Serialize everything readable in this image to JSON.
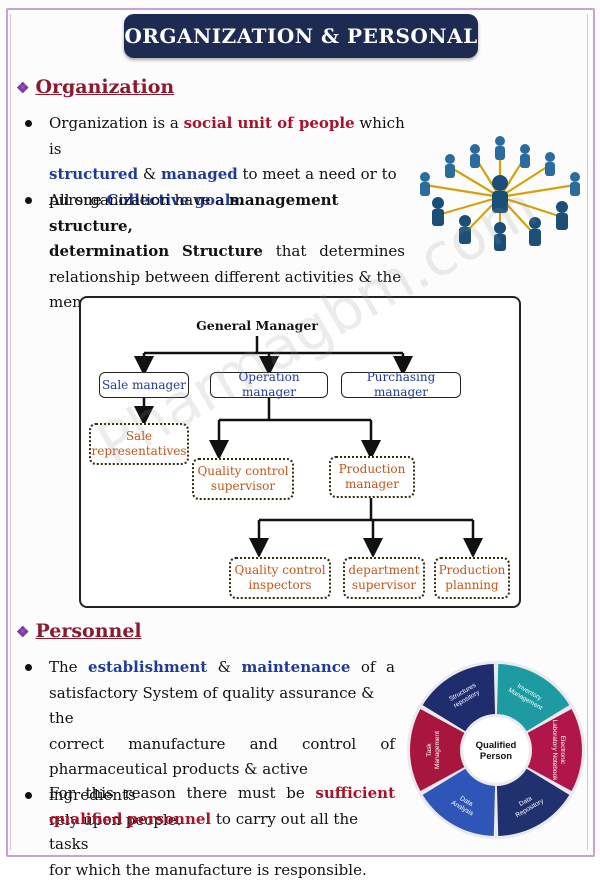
{
  "header": {
    "title": "ORGANIZATION & PERSONAL"
  },
  "organization": {
    "heading": "Organization",
    "bullet1": {
      "l1a": "Organization is a ",
      "l1b": "social unit of people",
      "l1c": " which is",
      "l2a": "structured",
      "l2b": " & ",
      "l2c": "managed",
      "l2d": " to meet a need or to",
      "l3a": "pursue ",
      "l3b": "Collective goals."
    },
    "bullet2": {
      "l1a": "All organization have a ",
      "l1b": "management structure,",
      "l2a": "determination",
      "l2b": "Structure",
      "l2c": "that",
      "l2d": "determines",
      "l3": "relationship between different activities & the",
      "l4": "members."
    }
  },
  "org_chart": {
    "general_manager": "General Manager",
    "sale_manager": "Sale manager",
    "operation_manager": "Operation manager",
    "purchasing_manager": "Purchasing manager",
    "sale_rep_l1": "Sale",
    "sale_rep_l2": "representatives",
    "qc_sup_l1": "Quality control",
    "qc_sup_l2": "supervisor",
    "prod_mgr_l1": "Production",
    "prod_mgr_l2": "manager",
    "qc_insp_l1": "Quality control",
    "qc_insp_l2": "inspectors",
    "dept_sup_l1": "department",
    "dept_sup_l2": "supervisor",
    "prod_plan_l1": "Production",
    "prod_plan_l2": "planning"
  },
  "watermark": "Pharmagbm.com",
  "personnel": {
    "heading": "Personnel",
    "bullet1": {
      "l1": [
        "The",
        "establishment",
        "&",
        "maintenance",
        "of",
        "a"
      ],
      "l2": "satisfactory System of quality assurance & the",
      "l3": [
        "correct",
        "manufacture",
        "and",
        "control",
        "of"
      ],
      "l4": "pharmaceutical products & active ingredients",
      "l5": "rely upon people."
    },
    "bullet2": {
      "l1": [
        "For",
        "this",
        "reason",
        "there",
        "must",
        "be",
        "sufficient"
      ],
      "l2a": "qualified personnel",
      "l2b": " to carry out all the tasks",
      "l3": "for which the manufacture is responsible."
    }
  },
  "wheel": {
    "center_l1": "Qualified",
    "center_l2": "Person",
    "segments": [
      {
        "l1": "Structures",
        "l2": "repository",
        "color": "#1f2c6e"
      },
      {
        "l1": "Inventory",
        "l2": "Management",
        "color": "#1e9aa2"
      },
      {
        "l1": "Electronic",
        "l2": "Laboratory Notebook",
        "color": "#b0164a"
      },
      {
        "l1": "Data",
        "l2": "Repository",
        "color": "#21306f"
      },
      {
        "l1": "Data",
        "l2": "Analysis",
        "color": "#2f55b8"
      },
      {
        "l1": "Task",
        "l2": "Management",
        "color": "#a8163e"
      }
    ]
  },
  "colors": {
    "title_bg": "#1d2a52",
    "heading": "#8b1a2e",
    "red_text": "#a8132b",
    "blue_text": "#1f3b9a",
    "dashed_text": "#c0561a"
  },
  "icons": {
    "people_network": "people-network-icon",
    "bullet": "diamond-bullet-icon"
  }
}
